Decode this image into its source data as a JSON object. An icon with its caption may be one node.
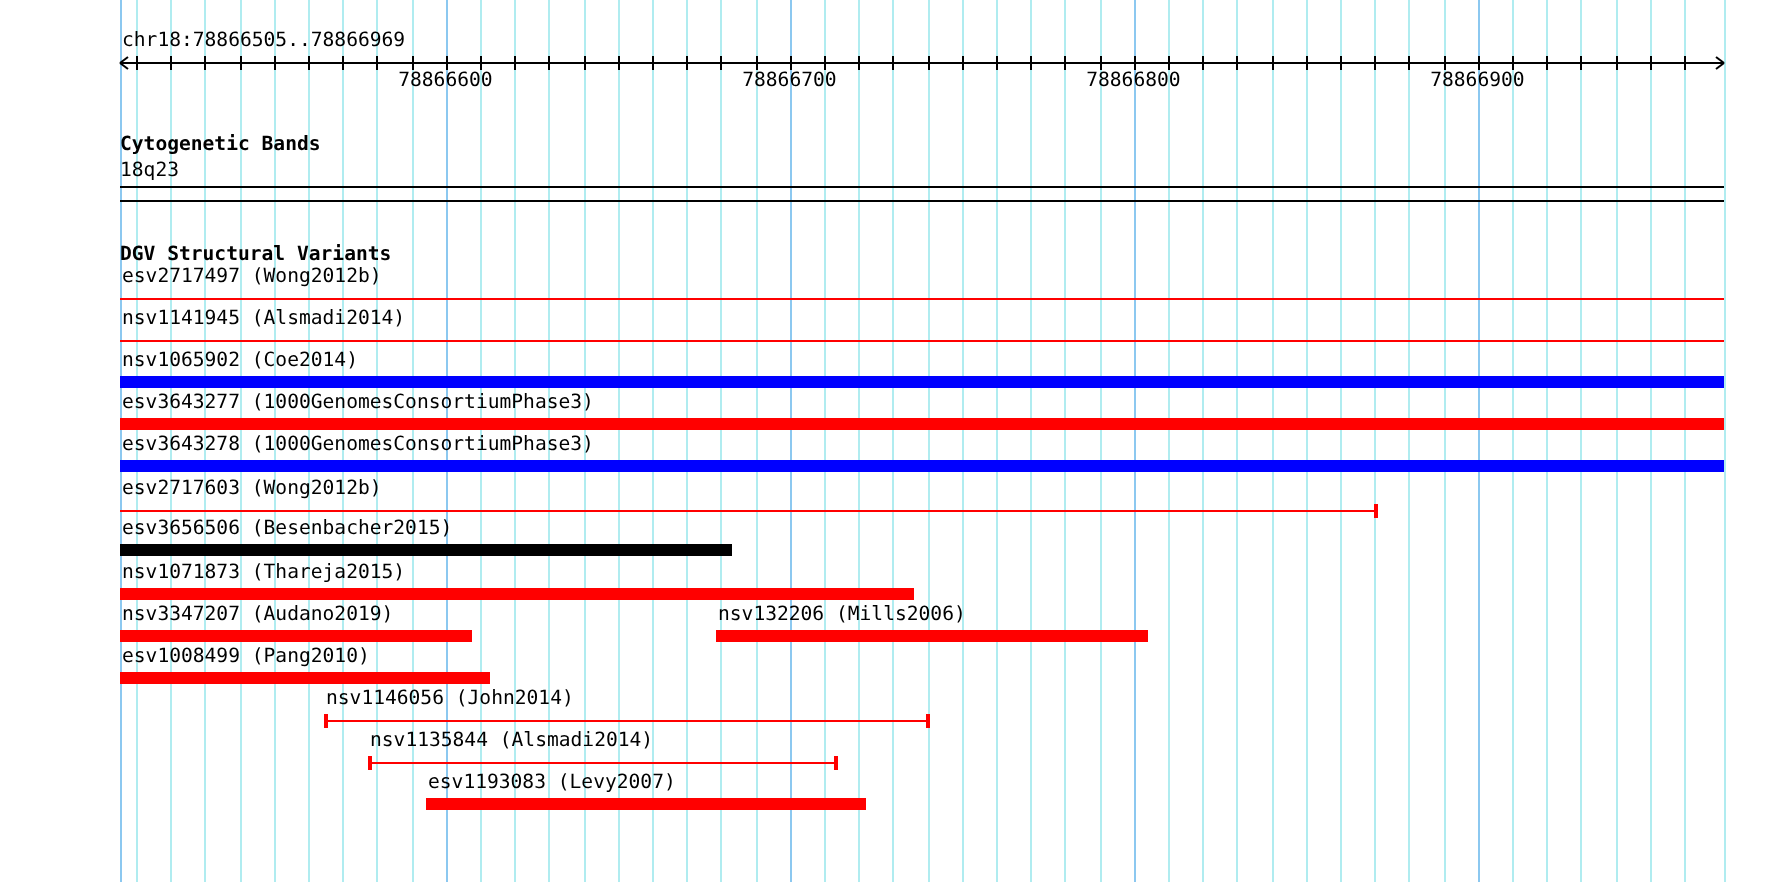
{
  "diagram": {
    "nodes": [
      {
        "text": [
          "esv2717497 (Wong2012b)"
        ]
      },
      {
        "text": [
          "nsv1141945 (Alsmadi2014)"
        ]
      },
      {
        "text": [
          "nsv1065902 (Coe2014)"
        ]
      },
      {
        "text": [
          "esv3643277 (1000GenomesConsortiumPhase3)"
        ]
      },
      {
        "text": [
          "esv3643278 (1000GenomesConsortiumPhase3)"
        ]
      },
      {
        "text": [
          "esv2717603 (Wong2012b)"
        ]
      },
      {
        "text": [
          "esv3656506 (Besenbacher2015)"
        ]
      },
      {
        "text": [
          "nsv1071873 (Thareja2015)"
        ]
      },
      {
        "text": [
          "nsv3347207 (Audano2019)"
        ]
      },
      {
        "text": [
          "nsv132206 (Mills2006)"
        ]
      },
      {
        "text": [
          "esv1008499 (Pang2010)"
        ]
      },
      {
        "text": [
          "nsv1146056 (John2014)"
        ]
      },
      {
        "text": [
          "nsv1135844 (Alsmadi2014)"
        ]
      },
      {
        "text": [
          "esv1193083 (Levy2007)"
        ]
      }
    ],
    "edges": [],
    "labels": [
      "chr18:78866505..78866969",
      "78866600",
      "78866700",
      "78866800",
      "78866900",
      "Cytogenetic Bands",
      "18q23",
      "DGV Structural Variants"
    ]
  }
}
